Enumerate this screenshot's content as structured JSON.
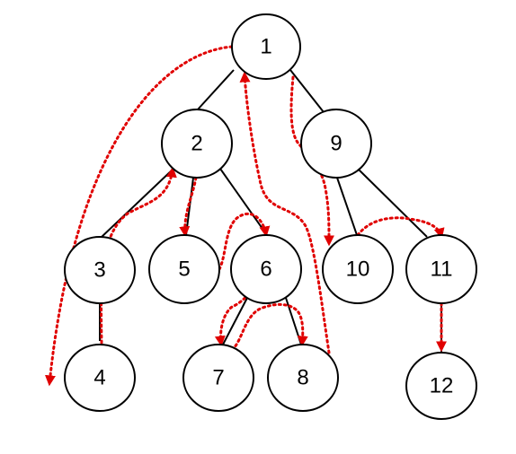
{
  "tree": {
    "nodes": [
      {
        "id": "n1",
        "label": "1"
      },
      {
        "id": "n2",
        "label": "2"
      },
      {
        "id": "n9",
        "label": "9"
      },
      {
        "id": "n3",
        "label": "3"
      },
      {
        "id": "n5",
        "label": "5"
      },
      {
        "id": "n6",
        "label": "6"
      },
      {
        "id": "n10",
        "label": "10"
      },
      {
        "id": "n11",
        "label": "11"
      },
      {
        "id": "n4",
        "label": "4"
      },
      {
        "id": "n7",
        "label": "7"
      },
      {
        "id": "n8",
        "label": "8"
      },
      {
        "id": "n12",
        "label": "12"
      }
    ],
    "edges": [
      [
        "n1",
        "n2"
      ],
      [
        "n1",
        "n9"
      ],
      [
        "n2",
        "n3"
      ],
      [
        "n2",
        "n5"
      ],
      [
        "n2",
        "n6"
      ],
      [
        "n3",
        "n4"
      ],
      [
        "n6",
        "n7"
      ],
      [
        "n6",
        "n8"
      ],
      [
        "n9",
        "n10"
      ],
      [
        "n9",
        "n11"
      ],
      [
        "n11",
        "n12"
      ]
    ]
  },
  "colors": {
    "node_stroke": "#000000",
    "edge": "#000000",
    "traversal_arrow": "#e00000"
  }
}
